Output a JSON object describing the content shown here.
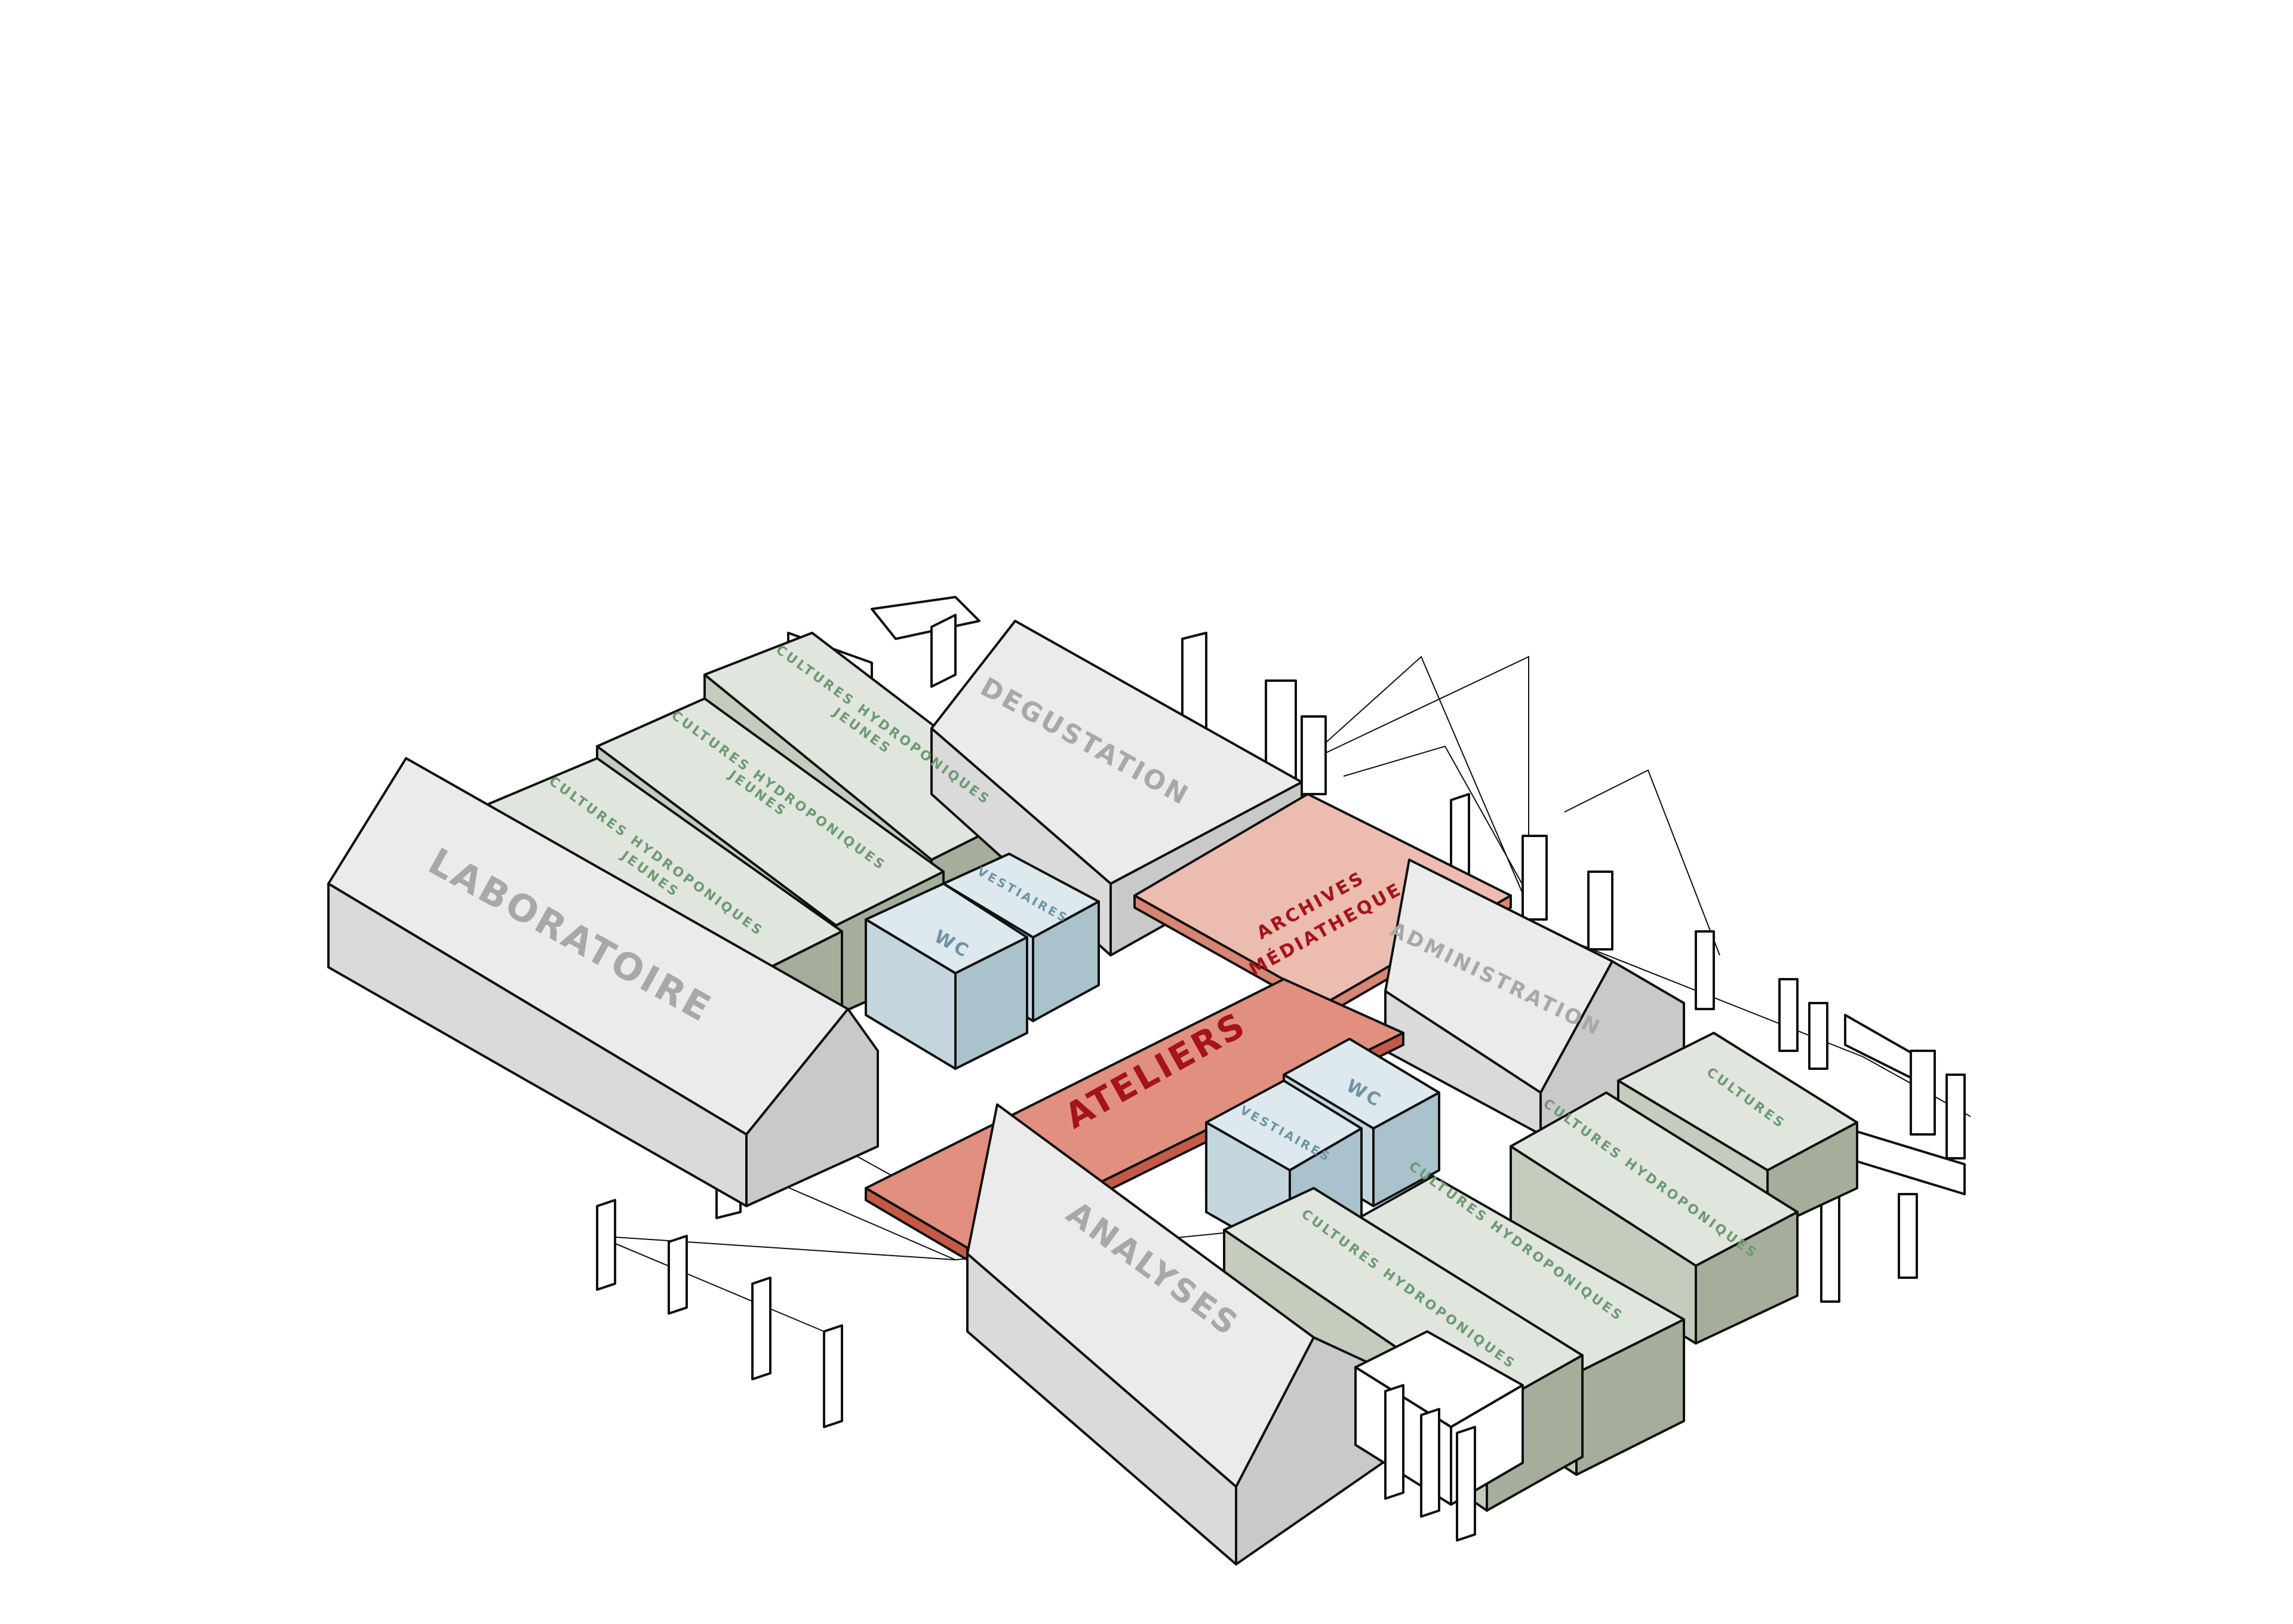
{
  "colors": {
    "grey_top": "#ebebeb",
    "grey_side": "#c9c9c9",
    "grey_front": "#dadada",
    "green_top": "#e0e6de",
    "green_side": "#a4ae9b",
    "green_front": "#c4ccbd",
    "green_text": "#6e9a72",
    "blue_top": "#dde9ee",
    "blue_side": "#a9c2cb",
    "blue_front": "#c3d6dd",
    "blue_text": "#6f93a4",
    "red_top": "#e1907f",
    "red_side": "#c45a46",
    "pink_top": "#edbcb0",
    "pink_side": "#d88574",
    "red_text": "#a4141a",
    "grey_text": "#a8a8a8",
    "outline": "#111111"
  },
  "labels": {
    "laboratoire": "LABORATOIRE",
    "degustation": "DEGUSTATION",
    "analyses": "ANALYSES",
    "administration": "ADMINISTRATION",
    "ateliers": "ATELIERS",
    "archives_line1": "ARCHIVES",
    "archives_line2": "MÉDIATHEQUE",
    "wc_1": "WC",
    "wc_2": "WC",
    "vestiaires_1": "VESTIAIRES",
    "vestiaires_2": "VESTIAIRES",
    "cultures_jeunes_1_line1": "CULTURES HYDROPONIQUES",
    "cultures_jeunes_1_line2": "JEUNES",
    "cultures_jeunes_2_line1": "CULTURES HYDROPONIQUES",
    "cultures_jeunes_2_line2": "JEUNES",
    "cultures_jeunes_3_line1": "CULTURES HYDROPONIQUES",
    "cultures_jeunes_3_line2": "JEUNES",
    "cultures_hydro_1": "CULTURES HYDROPONIQUES",
    "cultures_hydro_2": "CULTURES HYDROPONIQUES",
    "cultures_hydro_3": "CULTURES HYDROPONIQUES",
    "cultures": "CULTURES"
  }
}
